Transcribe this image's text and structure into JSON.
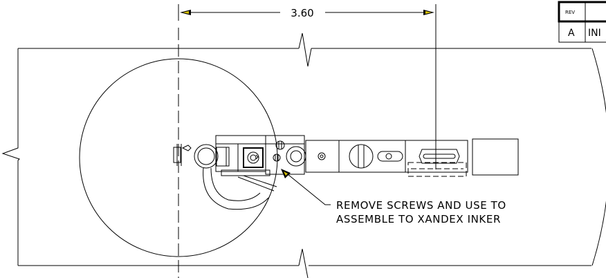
{
  "drawing": {
    "dimension_value": "3.60",
    "note_line_1": "REMOVE SCREWS AND USE TO",
    "note_line_2": "ASSEMBLE TO XANDEX INKER",
    "revision_table": {
      "header": "REV",
      "rev_letter": "A",
      "description": "INI"
    }
  }
}
